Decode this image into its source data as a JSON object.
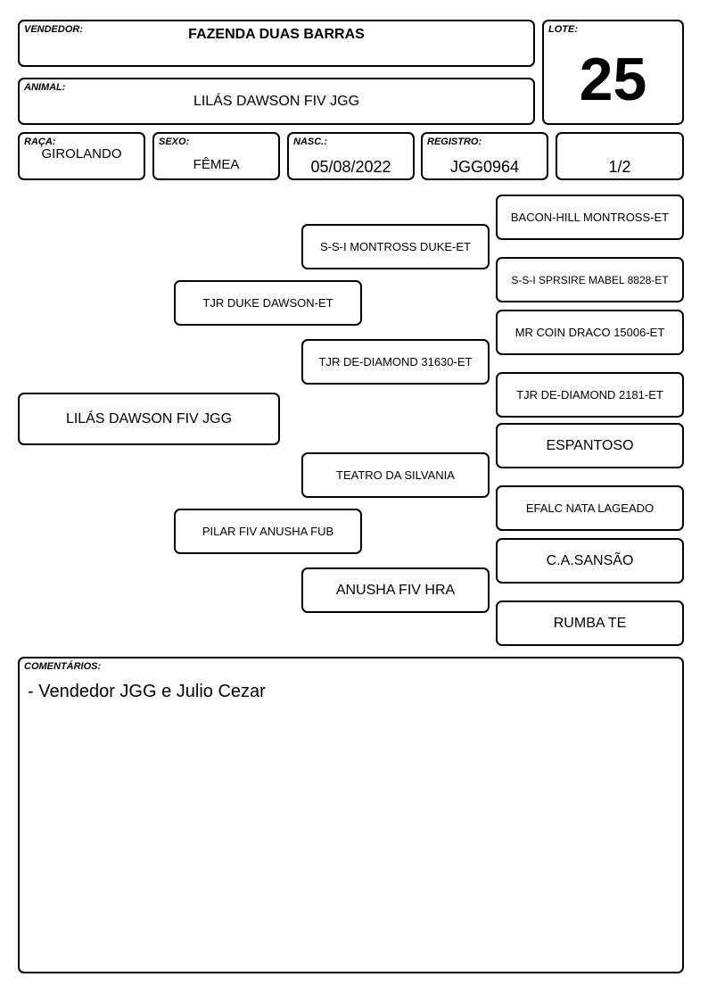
{
  "header": {
    "vendedor": {
      "label": "VENDEDOR:",
      "value": "FAZENDA DUAS BARRAS"
    },
    "animal": {
      "label": "ANIMAL:",
      "value": "LILÁS DAWSON FIV JGG"
    },
    "lote": {
      "label": "LOTE:",
      "value": "25"
    },
    "raca": {
      "label": "RAÇA:",
      "value": "GIROLANDO"
    },
    "sexo": {
      "label": "SEXO:",
      "value": "FÊMEA"
    },
    "nasc": {
      "label": "NASC.:",
      "value": "05/08/2022"
    },
    "registro": {
      "label": "REGISTRO:",
      "value": "JGG0964"
    },
    "grau": {
      "value": "1/2"
    }
  },
  "pedigree": {
    "animal": "LILÁS DAWSON FIV JGG",
    "sire": "TJR DUKE DAWSON-ET",
    "dam": "PILAR FIV ANUSHA FUB",
    "sire_sire": "S-S-I MONTROSS DUKE-ET",
    "sire_dam": "TJR DE-DIAMOND 31630-ET",
    "dam_sire": "TEATRO DA SILVANIA",
    "dam_dam": "ANUSHA FIV HRA",
    "gg": [
      "BACON-HILL MONTROSS-ET",
      "S-S-I SPRSIRE MABEL 8828-ET",
      "MR COIN DRACO 15006-ET",
      "TJR DE-DIAMOND 2181-ET",
      "ESPANTOSO",
      "EFALC NATA LAGEADO",
      "C.A.SANSÃO",
      "RUMBA TE"
    ]
  },
  "comentarios": {
    "label": "COMENTÁRIOS:",
    "text": "- Vendedor JGG e Julio Cezar"
  }
}
